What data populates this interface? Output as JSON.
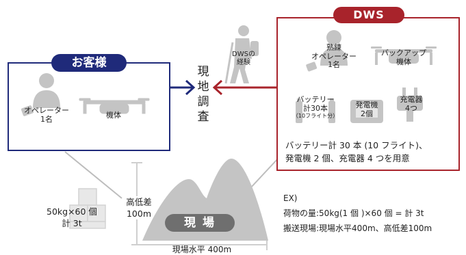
{
  "colors": {
    "blue": "#1f2a7a",
    "red": "#a8232b",
    "gray": "#c4c4c4",
    "dark_gray": "#6f6f6f",
    "text": "#222222"
  },
  "icons": [
    "operator-figure-icon",
    "drone-icon",
    "hiker-icon",
    "battery-icon",
    "generator-icon",
    "charger-plug-icon",
    "cargo-boxes-icon",
    "mountain-icon"
  ],
  "customer": {
    "title": "お客様",
    "operator_label": [
      "オペレーター",
      "1名"
    ],
    "aircraft_label": "機体"
  },
  "dws": {
    "title": "DWS",
    "experienced_label": [
      "DWSの",
      "経験"
    ],
    "skilled_operator_label": [
      "熟練",
      "オペレーター",
      "1名"
    ],
    "backup_label": [
      "バックアップ",
      "機体"
    ],
    "battery_label": [
      "バッテリー",
      "計30本"
    ],
    "battery_note": "（10フライト分）",
    "generator_label": [
      "発電機",
      "2個"
    ],
    "charger_label": [
      "充電器",
      "4つ"
    ],
    "prepare_text": [
      "バッテリー計 30 本 (10 フライト)、",
      "発電機 2 個、充電器 4 つを用意"
    ]
  },
  "survey_label": [
    "現",
    "地",
    "調",
    "査"
  ],
  "site": {
    "mountain_label": "現 場",
    "cargo_label": [
      "50kg×60 個",
      "計 3t"
    ],
    "height_label": [
      "高低差",
      "100m"
    ],
    "horizontal_label": "現場水平 400m"
  },
  "example": {
    "heading": "EX)",
    "lines": [
      "荷物の量:50kg(1 個 )×60 個 = 計 3t",
      "搬送現場:現場水平400m、高低差100m"
    ]
  }
}
